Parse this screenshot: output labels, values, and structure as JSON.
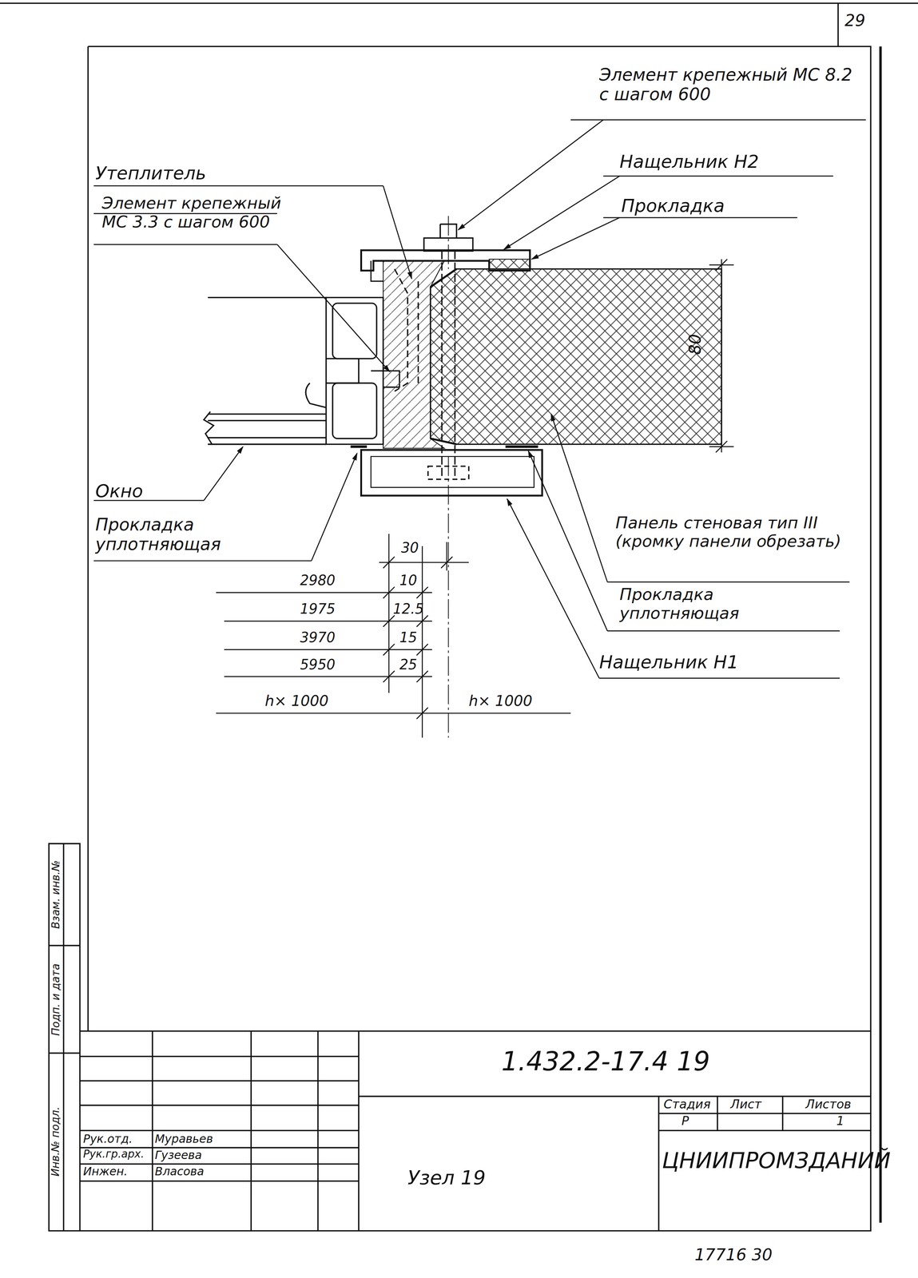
{
  "diagram": {
    "labels": [
      "29",
      "Элемент крепежный МС 8.2 с шагом 600",
      "Утеплитель",
      "Нащельник Н2",
      "Прокладка",
      "Элемент крепежный МС 3.3 с шагом 600",
      "80",
      "Окно",
      "Прокладка уплотняющая",
      "Панель стеновая тип III (кромку панели обрезать)",
      "Прокладка уплотняющая",
      "Нащельник Н1",
      "30",
      "2980",
      "10",
      "1975",
      "12.5",
      "3970",
      "15",
      "5950",
      "25",
      "h× 1000",
      "h× 1000",
      "Взам. инв.№",
      "Подп. и дата",
      "Инв.№ подл.",
      "1.432.2-17.4 19",
      "Стадия",
      "Лист",
      "Листов",
      "Р",
      "1",
      "Рук.отд.",
      "Муравьев",
      "Рук.гр.арх.",
      "Гузеева",
      "Инжен.",
      "Власова",
      "Узел 19",
      "ЦНИИПРОМЗДАНИЙ",
      "17716 30"
    ]
  }
}
